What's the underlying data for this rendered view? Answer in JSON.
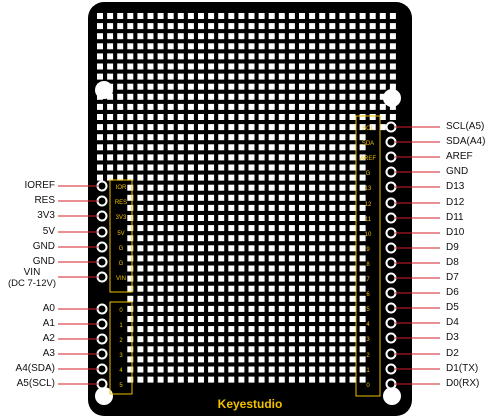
{
  "brand": "Keyestudio",
  "colors": {
    "board": "#000000",
    "pad": "#ffffff",
    "silkscreen_yellow": "#f0c000",
    "leader_red": "#d0202a",
    "label_text": "#111111"
  },
  "left_pins": [
    {
      "label": "IOREF",
      "silk": "IOR"
    },
    {
      "label": "RES",
      "silk": "RES"
    },
    {
      "label": "3V3",
      "silk": "3V3"
    },
    {
      "label": "5V",
      "silk": "5V"
    },
    {
      "label": "GND",
      "silk": "G"
    },
    {
      "label": "GND",
      "silk": "G"
    },
    {
      "label": "VIN",
      "label2": "(DC 7-12V)",
      "silk": "VIN"
    },
    {
      "label": "A0",
      "silk": "0"
    },
    {
      "label": "A1",
      "silk": "1"
    },
    {
      "label": "A2",
      "silk": "2"
    },
    {
      "label": "A3",
      "silk": "3"
    },
    {
      "label": "A4(SDA)",
      "silk": "4"
    },
    {
      "label": "A5(SCL)",
      "silk": "5"
    }
  ],
  "right_pins": [
    {
      "label": "SCL(A5)",
      "silk": "SCL"
    },
    {
      "label": "SDA(A4)",
      "silk": "SDA"
    },
    {
      "label": "AREF",
      "silk": "AREF"
    },
    {
      "label": "GND",
      "silk": "G"
    },
    {
      "label": "D13",
      "silk": "13"
    },
    {
      "label": "D12",
      "silk": "12"
    },
    {
      "label": "D11",
      "silk": "11"
    },
    {
      "label": "D10",
      "silk": "10"
    },
    {
      "label": "D9",
      "silk": "9"
    },
    {
      "label": "D8",
      "silk": "8"
    },
    {
      "label": "D7",
      "silk": "7"
    },
    {
      "label": "D6",
      "silk": "6"
    },
    {
      "label": "D5",
      "silk": "5"
    },
    {
      "label": "D4",
      "silk": "4"
    },
    {
      "label": "D3",
      "silk": "3"
    },
    {
      "label": "D2",
      "silk": "2"
    },
    {
      "label": "D1(TX)",
      "silk": "1"
    },
    {
      "label": "D0(RX)",
      "silk": "0"
    }
  ]
}
